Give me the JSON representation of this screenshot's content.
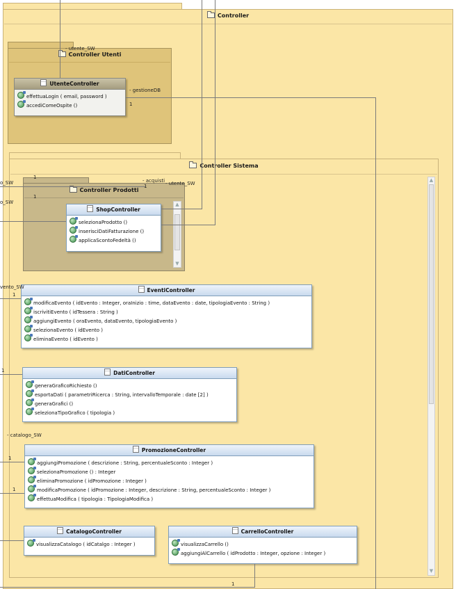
{
  "packages": {
    "controller": {
      "title": "Controller"
    },
    "utenti": {
      "title": "Controller Utenti"
    },
    "sistema": {
      "title": "Controller Sistema"
    },
    "prodotti": {
      "title": "Controller Prodotti"
    }
  },
  "classes": {
    "utente": {
      "name": "UtenteController",
      "ops": [
        "effettuaLogin ( email, password )",
        "accediComeOspite ()"
      ]
    },
    "shop": {
      "name": "ShopController",
      "ops": [
        "selezionaProdotto ()",
        "inserisciDatiFatturazione ()",
        "applicaScontoFedeltà ()"
      ]
    },
    "eventi": {
      "name": "EventiController",
      "ops": [
        "modificaEvento ( idEvento : Integer, oraInizio : time, dataEvento : date, tipologiaEvento : String )",
        "iscrivitiEvento ( idTessera : String )",
        "aggiungiEvento ( oraEvento, dataEvento, tipologiaEvento )",
        "selezionaEvento ( idEvento )",
        "eliminaEvento ( idEvento )"
      ]
    },
    "dati": {
      "name": "DatiController",
      "ops": [
        "generaGraficoRichiesto ()",
        "esportaDati ( parametriRicerca : String, intervalloTemporale : date [2] )",
        "generaGrafici ()",
        "selezionaTipoGrafico ( tipologia )"
      ]
    },
    "promozione": {
      "name": "PromozioneController",
      "ops": [
        "aggiungiPromozione ( descrizione : String, percentualeSconto : Integer )",
        "selezionaPromozione () : Integer",
        "eliminaPromozione ( idPromozione : Integer )",
        "modificaPromozione ( idPromozione : Integer, descrizione : String, percentualeSconto : Integer )",
        "effettuaModifica ( tipologia : TipologiaModifica )"
      ]
    },
    "catalogo": {
      "name": "CatalogoController",
      "ops": [
        "visualizzaCatalogo ( idCatalgo : Integer )"
      ]
    },
    "carrello": {
      "name": "CarrelloController",
      "ops": [
        "visualizzaCarrello ()",
        "aggiungiAlCarrello ( idProdotto : Integer, opzione : Integer )"
      ]
    }
  },
  "labels": {
    "utente_sw": "- utente_SW",
    "gestione_db": "- gestioneDB",
    "mult_gestione": "1",
    "acquisti": "- acquisti",
    "utente_sw2": "- utente_SW",
    "mult_prod_top": "1",
    "mult_prod_left": "1",
    "prodotto_sw_a": "o_SW",
    "prodotto_sw_b": "o_SW",
    "mult_acq": "1",
    "evento_sw": "vento_SW",
    "mult_eventi": "1",
    "mult_dati": "1",
    "catalogo_sw": "- catalogo_SW",
    "mult_promo_a": "1",
    "mult_promo_b": "1",
    "mult_bottom": "1"
  }
}
